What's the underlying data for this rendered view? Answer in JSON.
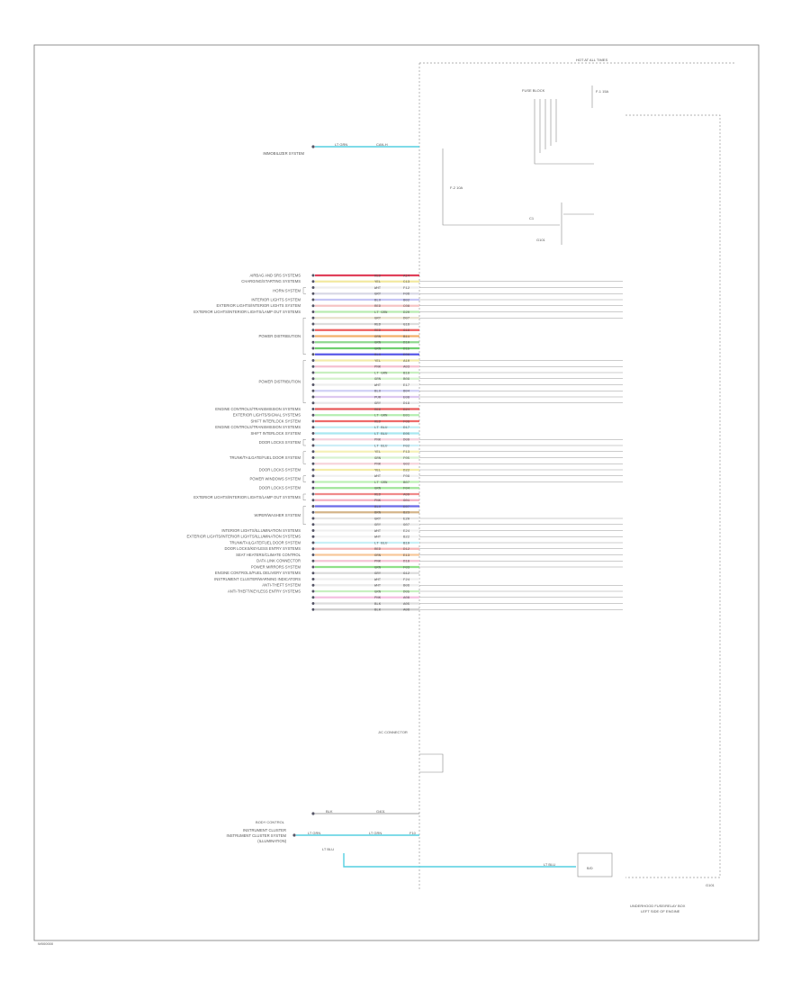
{
  "figure_code": "W000000",
  "module": {
    "power_supply_label": "HOT AT ALL TIMES",
    "fuse_block": "FUSE BLOCK",
    "fuse_a": "F-1 15A",
    "fuse_b": "F-2 10A",
    "ground_label": "G101",
    "connector_box": "C1",
    "module_ground_label": "G101",
    "name_line1": "UNDERHOOD FUSE/RELAY BOX",
    "name_line2": "LEFT SIDE OF ENGINE"
  },
  "top_circuit": {
    "system": "IMMOBILIZER SYSTEM",
    "color": "#55cfe0",
    "wire": "LT GRN",
    "circuit": "CAN-H"
  },
  "bottom_circuit": {
    "header": "BODY CONTROL",
    "system_lines": [
      "INSTRUMENT CLUSTER",
      "INSTRUMENT CLUSTER SYSTEM",
      "(ILLUMINATION)"
    ],
    "wire": "LT GRN",
    "wire2": "LT GRN",
    "right_code": "F10",
    "color": "#55cfe0",
    "return_wire": "LT BLU",
    "return_wire2": "LT BLU",
    "return_code": "B/D"
  },
  "junction_label": "J/C CONNECTOR",
  "groups": [
    {
      "label": "AIRBAG AND SRS SYSTEMS",
      "rows": [
        0
      ]
    },
    {
      "label": "CHARGING/STARTING SYSTEMS",
      "rows": [
        1
      ]
    },
    {
      "label": "HORN SYSTEM",
      "rows": [
        2,
        3
      ]
    },
    {
      "label": "INTERIOR LIGHTS SYSTEM",
      "rows": [
        4
      ]
    },
    {
      "label": "EXTERIOR LIGHTS/INTERIOR LIGHTS SYSTEM",
      "rows": [
        5
      ]
    },
    {
      "label": "EXTERIOR LIGHTS/INTERIOR LIGHTS/LAMP OUT SYSTEMS",
      "rows": [
        6
      ]
    },
    {
      "label": "POWER DISTRIBUTION",
      "rows": [
        7,
        8,
        9,
        10,
        11,
        12,
        13
      ]
    },
    {
      "label": "POWER DISTRIBUTION",
      "rows": [
        14,
        15,
        16,
        17,
        18,
        19,
        20,
        21
      ]
    },
    {
      "label": "ENGINE CONTROLS/TRANSMISSION SYSTEMS",
      "rows": [
        22
      ]
    },
    {
      "label": "EXTERIOR LIGHTS/SIGNAL SYSTEMS",
      "rows": [
        23
      ]
    },
    {
      "label": "SHIFT INTERLOCK SYSTEM",
      "rows": [
        24
      ]
    },
    {
      "label": "ENGINE CONTROLS/TRANSMISSION SYSTEMS",
      "rows": [
        25
      ]
    },
    {
      "label": "SHIFT INTERLOCK SYSTEM",
      "rows": [
        26
      ]
    },
    {
      "label": "DOOR LOCKS SYSTEM",
      "rows": [
        27,
        28
      ]
    },
    {
      "label": "TRUNK/TAILGATE/FUEL DOOR SYSTEM",
      "rows": [
        29,
        30,
        31
      ]
    },
    {
      "label": "DOOR LOCKS SYSTEM",
      "rows": [
        32
      ]
    },
    {
      "label": "POWER WINDOWS SYSTEM",
      "rows": [
        33,
        34
      ]
    },
    {
      "label": "DOOR LOCKS SYSTEM",
      "rows": [
        35
      ]
    },
    {
      "label": "EXTERIOR LIGHTS/INTERIOR LIGHTS/LAMP OUT SYSTEMS",
      "rows": [
        36,
        37
      ]
    },
    {
      "label": "WIPER/WASHER SYSTEM",
      "rows": [
        38,
        39,
        40,
        41
      ]
    },
    {
      "label": "INTERIOR LIGHTS/ILLUMINATION SYSTEMS",
      "rows": [
        42
      ]
    },
    {
      "label": "EXTERIOR LIGHTS/INTERIOR LIGHTS/ILLUMINATION SYSTEMS",
      "rows": [
        43
      ]
    },
    {
      "label": "TRUNK/TAILGATE/FUEL DOOR SYSTEM",
      "rows": [
        44
      ]
    },
    {
      "label": "DOOR LOCKS/KEYLESS ENTRY SYSTEMS",
      "rows": [
        45
      ]
    },
    {
      "label": "SEAT HEATERS/CLIMATE CONTROL",
      "rows": [
        46
      ]
    },
    {
      "label": "DATA LINK CONNECTOR",
      "rows": [
        47
      ]
    },
    {
      "label": "POWER MIRRORS SYSTEM",
      "rows": [
        48
      ]
    },
    {
      "label": "ENGINE CONTROLS/FUEL DELIVERY SYSTEMS",
      "rows": [
        49
      ]
    },
    {
      "label": "INSTRUMENT CLUSTER/WARNING INDICATORS",
      "rows": [
        50
      ]
    },
    {
      "label": "ANTI-THEFT SYSTEM",
      "rows": [
        51
      ]
    },
    {
      "label": "ANTI-THEFT/KEYLESS ENTRY SYSTEMS",
      "rows": [
        52
      ]
    }
  ],
  "rows": [
    {
      "wire": "RED",
      "circuit": "A14",
      "color": "#e0405a",
      "line": false
    },
    {
      "wire": "YEL",
      "circuit": "C13",
      "color": "#f2e9a0",
      "line": true
    },
    {
      "wire": "WHT",
      "circuit": "F12",
      "color": "#eeeeee",
      "line": true
    },
    {
      "wire": "GRY",
      "circuit": "F06",
      "color": "#d9d9e6",
      "line": true
    },
    {
      "wire": "BLU",
      "circuit": "B02",
      "color": "#c5c5f5",
      "line": true
    },
    {
      "wire": "RED",
      "circuit": "C08",
      "color": "#f6c4c4",
      "line": true
    },
    {
      "wire": "LT GRN",
      "circuit": "D20",
      "color": "#b8ecb0",
      "line": true
    },
    {
      "wire": "GRY",
      "circuit": "D07",
      "color": "#e8e0cc",
      "line": true
    },
    {
      "wire": "RED",
      "circuit": "G16",
      "color": "#dddddd",
      "line": false
    },
    {
      "wire": "RED",
      "circuit": "G19",
      "color": "#ee5f5f",
      "line": false
    },
    {
      "wire": "ORN",
      "circuit": "B11",
      "color": "#f3b06a",
      "line": false
    },
    {
      "wire": "GRN",
      "circuit": "D10",
      "color": "#8fd88f",
      "line": false
    },
    {
      "wire": "GRN",
      "circuit": "D15",
      "color": "#6fcf6f",
      "line": false
    },
    {
      "wire": "BLU",
      "circuit": "E06",
      "color": "#5858e8",
      "line": false
    },
    {
      "wire": "YEL",
      "circuit": "A10",
      "color": "#f4ecaa",
      "line": true
    },
    {
      "wire": "PNK",
      "circuit": "A03",
      "color": "#f5c0d0",
      "line": true
    },
    {
      "wire": "LT GRN",
      "circuit": "B18",
      "color": "#c8f0c0",
      "line": true
    },
    {
      "wire": "GRN",
      "circuit": "B09",
      "color": "#d4f2cc",
      "line": true
    },
    {
      "wire": "WHT",
      "circuit": "E17",
      "color": "#eeeeee",
      "line": true
    },
    {
      "wire": "BLU",
      "circuit": "B04",
      "color": "#d0d0f5",
      "line": true
    },
    {
      "wire": "PUR",
      "circuit": "E08",
      "color": "#ddc8f0",
      "line": true
    },
    {
      "wire": "GRY",
      "circuit": "D19",
      "color": "#e8e8ea",
      "line": true
    },
    {
      "wire": "RED",
      "circuit": "D24",
      "color": "#e85a5a",
      "line": false
    },
    {
      "wire": "LT GRN",
      "circuit": "E01",
      "color": "#b5eeb0",
      "line": false
    },
    {
      "wire": "RED",
      "circuit": "F08",
      "color": "#ee6a6a",
      "line": false
    },
    {
      "wire": "LT BLU",
      "circuit": "D17",
      "color": "#c0eef5",
      "line": false
    },
    {
      "wire": "LT BLU",
      "circuit": "E05",
      "color": "#a8e8f0",
      "line": false
    },
    {
      "wire": "PNK",
      "circuit": "D09",
      "color": "#f5d0dc",
      "line": true
    },
    {
      "wire": "LT BLU",
      "circuit": "F02",
      "color": "#cdeef7",
      "line": true
    },
    {
      "wire": "YEL",
      "circuit": "F13",
      "color": "#f5f0b8",
      "line": true
    },
    {
      "wire": "GRN",
      "circuit": "F05",
      "color": "#d8f2d0",
      "line": true
    },
    {
      "wire": "PNK",
      "circuit": "G02",
      "color": "#f7d4dc",
      "line": true
    },
    {
      "wire": "YEL",
      "circuit": "D22",
      "color": "#f5eda8",
      "line": true
    },
    {
      "wire": "WHT",
      "circuit": "F09",
      "color": "#f0f0f0",
      "line": true
    },
    {
      "wire": "LT GRN",
      "circuit": "B07",
      "color": "#bdf0b5",
      "line": true
    },
    {
      "wire": "GRN",
      "circuit": "F04",
      "color": "#a0e598",
      "line": false
    },
    {
      "wire": "RED",
      "circuit": "A09",
      "color": "#f08a8a",
      "line": false
    },
    {
      "wire": "PNK",
      "circuit": "G01",
      "color": "#f5b0c0",
      "line": false
    },
    {
      "wire": "BLU",
      "circuit": "E07",
      "color": "#6a6ae8",
      "line": false
    },
    {
      "wire": "BRN",
      "circuit": "B23",
      "color": "#d4b58a",
      "line": false
    },
    {
      "wire": "GRY",
      "circuit": "E20",
      "color": "#e5e5e5",
      "line": true
    },
    {
      "wire": "GRY",
      "circuit": "G07",
      "color": "#e8e8e8",
      "line": true
    },
    {
      "wire": "WHT",
      "circuit": "E24",
      "color": "#f0f0f0",
      "line": true
    },
    {
      "wire": "WHT",
      "circuit": "B22",
      "color": "#f2f2f2",
      "line": true
    },
    {
      "wire": "LT BLU",
      "circuit": "B19",
      "color": "#c8f0f7",
      "line": true
    },
    {
      "wire": "RED",
      "circuit": "D12",
      "color": "#f5b5b5",
      "line": true
    },
    {
      "wire": "ORN",
      "circuit": "E13",
      "color": "#f7c89a",
      "line": true
    },
    {
      "wire": "PNK",
      "circuit": "D18",
      "color": "#f5c5d5",
      "line": true
    },
    {
      "wire": "GRN",
      "circuit": "F03",
      "color": "#8fe088",
      "line": true
    },
    {
      "wire": "GRY",
      "circuit": "G12",
      "color": "#dcdcdc",
      "line": false
    },
    {
      "wire": "WHT",
      "circuit": "F24",
      "color": "#eeeeee",
      "line": false
    },
    {
      "wire": "WHT",
      "circuit": "B06",
      "color": "#ececec",
      "line": true
    },
    {
      "wire": "GRN",
      "circuit": "D05",
      "color": "#c8f0c0",
      "line": true
    },
    {
      "wire": "PNK",
      "circuit": "A08",
      "color": "#f5c0e0",
      "line": true
    },
    {
      "wire": "BLK",
      "circuit": "A05",
      "color": "#dddddd",
      "line": true
    },
    {
      "wire": "BLK",
      "circuit": "A06",
      "color": "#cccccc",
      "line": true
    }
  ],
  "ground_row": {
    "wire": "BLK",
    "label": "G401"
  }
}
